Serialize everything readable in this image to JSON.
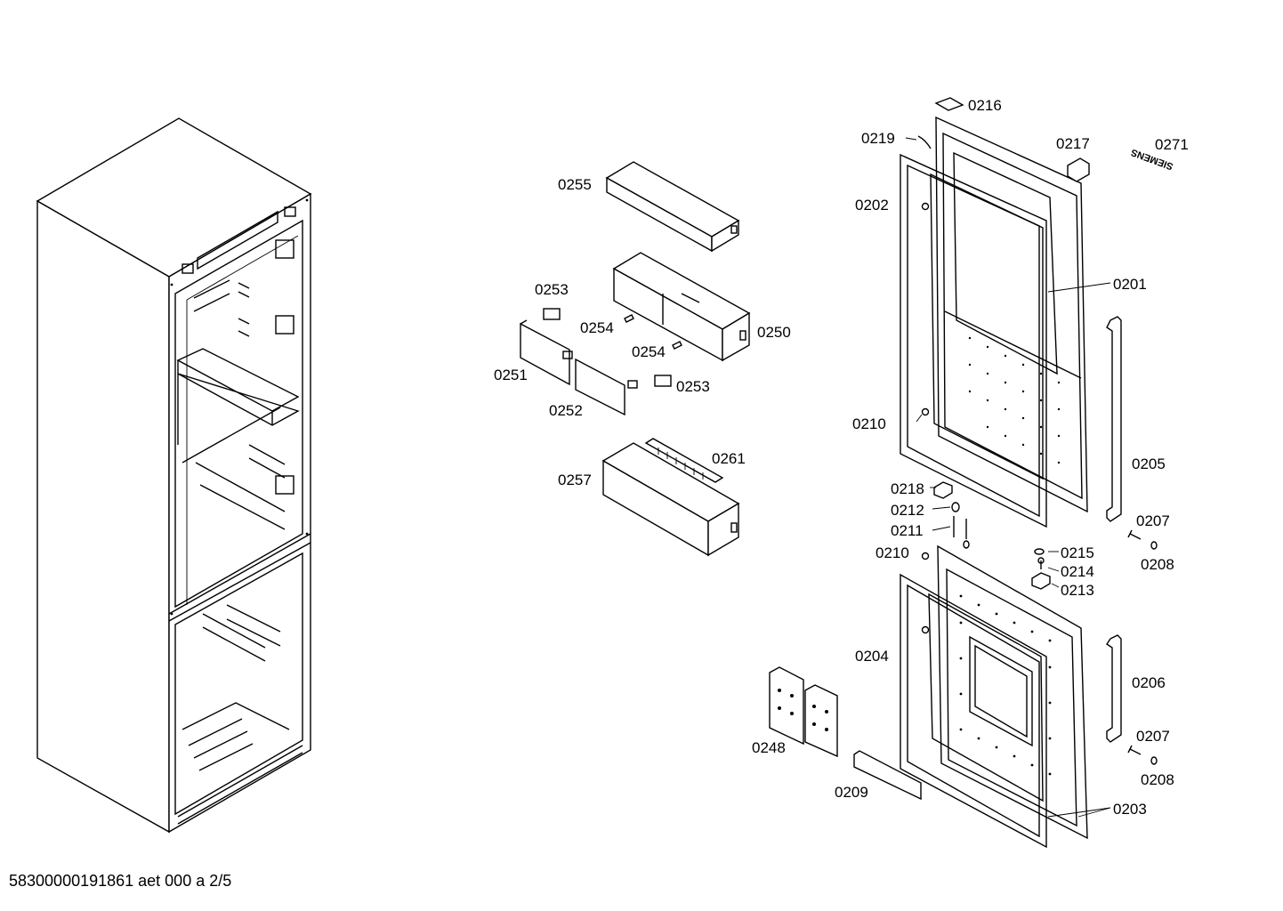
{
  "document_id": "58300000191861 aet 000 a 2/5",
  "brand_mark": "SIEMENS",
  "part_labels": {
    "p0216": "0216",
    "p0219": "0219",
    "p0217": "0217",
    "p0271": "0271",
    "p0255": "0255",
    "p0202": "0202",
    "p0201": "0201",
    "p0253a": "0253",
    "p0254a": "0254",
    "p0250": "0250",
    "p0254b": "0254",
    "p0251": "0251",
    "p0253b": "0253",
    "p0252": "0252",
    "p0210a": "0210",
    "p0261": "0261",
    "p0205": "0205",
    "p0257": "0257",
    "p0218": "0218",
    "p0212": "0212",
    "p0207a": "0207",
    "p0211": "0211",
    "p0215": "0215",
    "p0210b": "0210",
    "p0208a": "0208",
    "p0214": "0214",
    "p0213": "0213",
    "p0204": "0204",
    "p0206": "0206",
    "p0207b": "0207",
    "p0248": "0248",
    "p0208b": "0208",
    "p0209": "0209",
    "p0203": "0203"
  }
}
